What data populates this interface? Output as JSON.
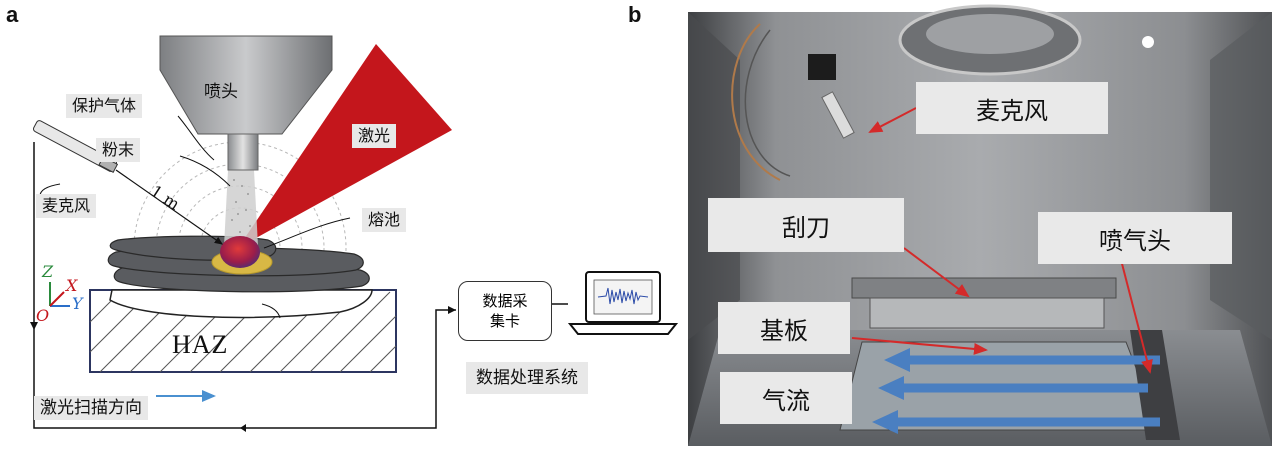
{
  "panel_a": {
    "letter": "a",
    "nozzle": "喷头",
    "shield_gas": "保护气体",
    "powder": "粉末",
    "microphone": "麦克风",
    "laser": "激光",
    "melt_pool": "熔池",
    "distance": "1 m",
    "haz": "HAZ",
    "axis_z": "Z",
    "axis_x": "X",
    "axis_y": "Y",
    "axis_o": "O",
    "scan_direction": "激光扫描方向",
    "daq_line1": "数据采",
    "daq_line2": "集卡",
    "processing_system": "数据处理系统"
  },
  "panel_b": {
    "letter": "b",
    "microphone": "麦克风",
    "scraper": "刮刀",
    "gas_nozzle": "喷气头",
    "substrate": "基板",
    "airflow": "气流"
  },
  "colors": {
    "laser_red": "#c4161c",
    "layer_gray": "#5a5c60",
    "airflow_blue": "#4a7fc1",
    "arrow_red": "#d42a2a",
    "label_bg": "#e8e8e8"
  }
}
